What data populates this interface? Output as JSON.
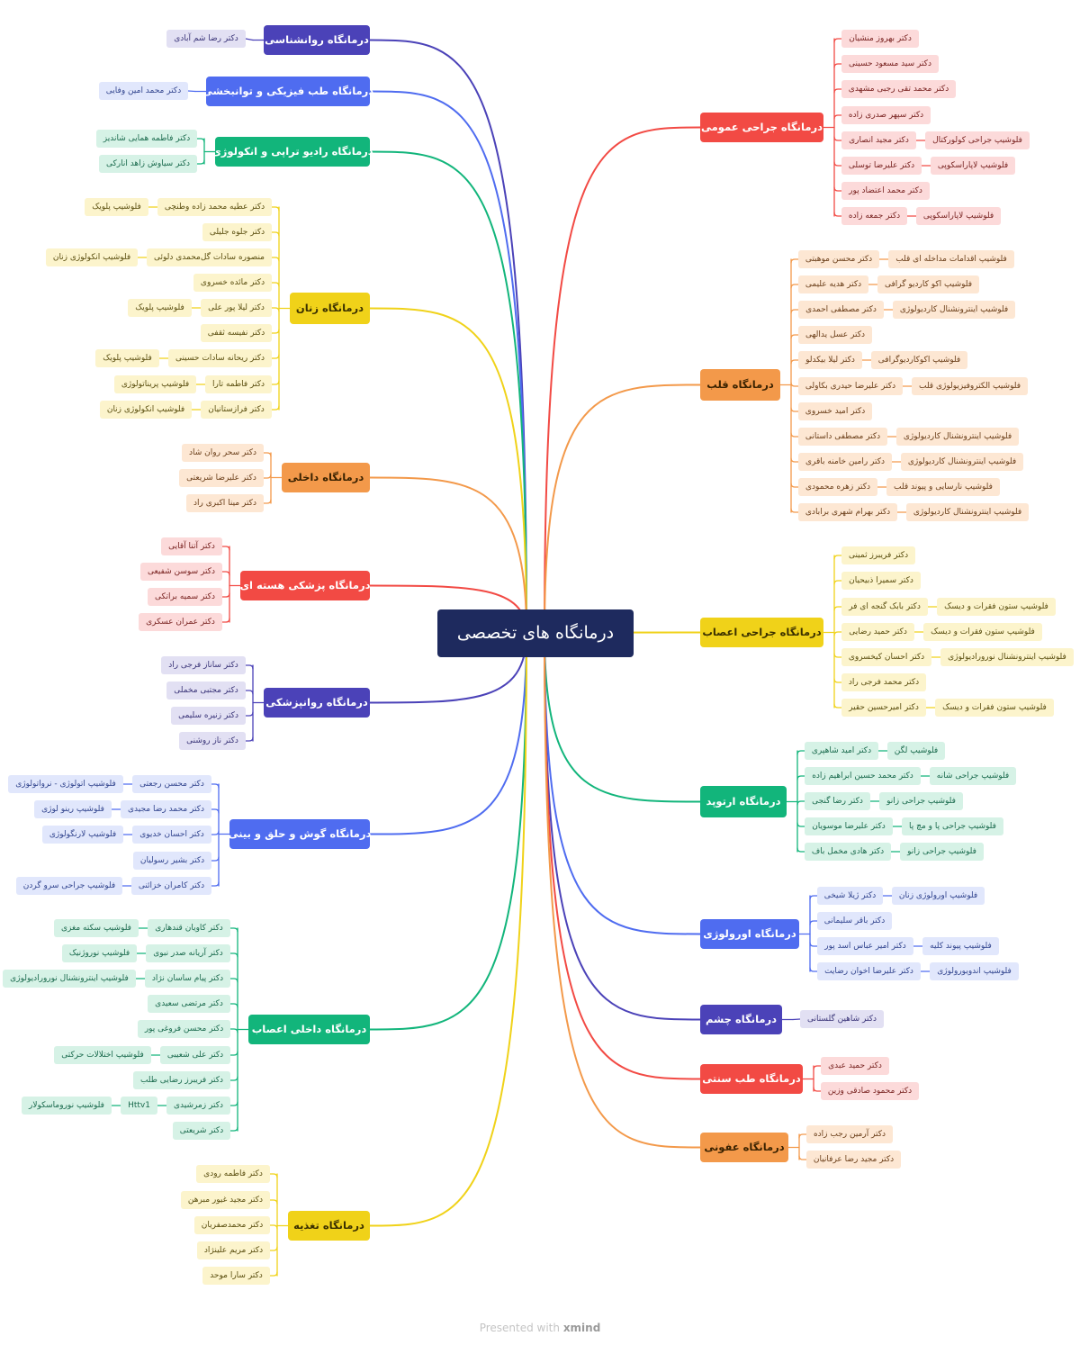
{
  "root": "درمانگاه های تخصصی",
  "footer": {
    "prefix": "Presented with",
    "brand": "xmind"
  },
  "colors": {
    "indigo": "#4b42b8",
    "blue": "#4f6cf0",
    "green": "#12b57b",
    "yellow": "#f0d219",
    "orange": "#f3994a",
    "red": "#f24a44",
    "root": "#1e2a5e",
    "footer": "#c4c4c4"
  },
  "branches": [
    {
      "title": "درمانگاه روانشناسی",
      "color": "indigo",
      "children": [
        {
          "name": "دکتر رضا شم آبادی"
        }
      ]
    },
    {
      "title": "درمانگاه طب فیزیکی و توانبخشی",
      "color": "blue",
      "children": [
        {
          "name": "دکتر محمد امین وفایی"
        }
      ]
    },
    {
      "title": "درمانگاه رادیو تراپی و انکولوژی",
      "color": "green",
      "children": [
        {
          "name": "دکتر فاطمه همایی شاندیز"
        },
        {
          "name": "دکتر سیاوش زاهد انارکی"
        }
      ]
    },
    {
      "title": "درمانگاه زنان",
      "color": "yellow",
      "children": [
        {
          "name": "دکتر عطیه محمد زاده وطنچی",
          "fellowship": "فلوشیپ پلویک"
        },
        {
          "name": "دکتر جلوه جلیلی"
        },
        {
          "name": "منصوره سادات گل‌محمدی دلوئی",
          "fellowship": "فلوشیپ انکولوژی زنان"
        },
        {
          "name": "دکتر مائده خسروی"
        },
        {
          "name": "دکتر لیلا پور علی",
          "fellowship": "فلوشیپ پلویک"
        },
        {
          "name": "دکتر نفیسه ثقفی"
        },
        {
          "name": "دکتر ریحانه سادات حسینی",
          "fellowship": "فلوشیپ پلویک"
        },
        {
          "name": "دکتر فاطمه تارا",
          "fellowship": "فلوشیپ پریناتولوژی"
        },
        {
          "name": "دکتر فرازستانیان",
          "fellowship": "فلوشیپ انکولوژی زنان"
        }
      ]
    },
    {
      "title": "درمانگاه داخلی",
      "color": "orange",
      "children": [
        {
          "name": "دکتر سحر روان شاد"
        },
        {
          "name": "دکتر علیرضا شریعتی"
        },
        {
          "name": "دکتر مینا اکبری راد"
        }
      ]
    },
    {
      "title": "درمانگاه پزشکی هسته ای",
      "color": "red",
      "children": [
        {
          "name": "دکتر آتنا آقایی"
        },
        {
          "name": "دکتر سوسن شفیعی"
        },
        {
          "name": "دکتر سمیه براتکی"
        },
        {
          "name": "دکتر عمران عسکری"
        }
      ]
    },
    {
      "title": "درمانگاه روانپزشکی",
      "color": "indigo",
      "children": [
        {
          "name": "دکتر ساناز فرجی راد"
        },
        {
          "name": "دکتر مجتبی مخملی"
        },
        {
          "name": "دکتر زنیره سلیمی"
        },
        {
          "name": "دکتر ناز روشنی"
        }
      ]
    },
    {
      "title": "درمانگاه گوش و حلق و بینی",
      "color": "blue",
      "children": [
        {
          "name": "دکتر محسن رجعتی",
          "fellowship": "فلوشیپ اتولوژی - نرواتولوژی"
        },
        {
          "name": "دکتر محمد رضا مجیدی",
          "fellowship": "فلوشیپ رینو لوژی"
        },
        {
          "name": "دکتر احسان خدیوی",
          "fellowship": "فلوشیپ لارنگولوژی"
        },
        {
          "name": "دکتر بشیر رسولیان"
        },
        {
          "name": "دکتر کامران خزائنی",
          "fellowship": "فلوشیپ جراحی سرو گردن"
        }
      ]
    },
    {
      "title": "درمانگاه داخلی اعصاب",
      "color": "green",
      "children": [
        {
          "name": "دکتر کاویان قندهاری",
          "fellowship": "فلوشیپ سکته مغزی"
        },
        {
          "name": "دکتر آریانه صدر نبوی",
          "fellowship": "فلوشیپ نوروژنیک"
        },
        {
          "name": "دکتر پیام ساسان نژاد",
          "fellowship": "فلوشیپ اینترونشنال نورورادیولوژی"
        },
        {
          "name": "دکتر مرتضی سعیدی"
        },
        {
          "name": "دکتر محسن فروغی پور"
        },
        {
          "name": "دکتر علی شعیبی",
          "fellowship": "فلوشیپ اختلالات حرکتی"
        },
        {
          "name": "دکتر فریبرز رضایی طلب"
        },
        {
          "name": "دکتر زمرشیدی",
          "extra": "Httv1",
          "fellowship": "فلوشیپ نوروماسکولار"
        },
        {
          "name": "دکتر شریعتی"
        }
      ]
    },
    {
      "title": "درمانگاه تغذیه",
      "color": "yellow",
      "children": [
        {
          "name": "دکتر فاطمه رودی"
        },
        {
          "name": "دکتر مجید غیور مبرهن"
        },
        {
          "name": "دکتر محمدصفریان"
        },
        {
          "name": "دکتر مریم علینژاد"
        },
        {
          "name": "دکتر سارا موحد"
        }
      ]
    },
    {
      "title": "درمانگاه جراحی عمومی",
      "color": "red",
      "children": [
        {
          "name": "دکتر بهروز منشیان"
        },
        {
          "name": "دکتر سید مسعود حسینی"
        },
        {
          "name": "دکتر محمد تقی رجبی مشهدی"
        },
        {
          "name": "دکتر سپهر صدری زاده"
        },
        {
          "name": "دکتر مجید انصاری",
          "fellowship": "فلوشیپ جراحی کولورکتال"
        },
        {
          "name": "دکتر علیرضا توسلی",
          "fellowship": "فلوشیپ لاپاراسکوپی"
        },
        {
          "name": "دکتر محمد اعتضاد پور"
        },
        {
          "name": "دکتر جمعه زاده",
          "fellowship": "فلوشیپ لاپاراسکوپی"
        }
      ]
    },
    {
      "title": "درمانگاه قلب",
      "color": "orange",
      "children": [
        {
          "name": "دکتر محسن موهبتی",
          "fellowship": "فلوشیپ اقدامات مداخله ای قلب"
        },
        {
          "name": "دکتر هدیه علیمی",
          "fellowship": "فلوشیپ اکو کاردیو گرافی"
        },
        {
          "name": "دکتر مصطفی احمدی",
          "fellowship": "فلوشیپ اینترونشنال کاردیولوژی"
        },
        {
          "name": "دکتر عسل یدالهی"
        },
        {
          "name": "دکتر لیلا بیکدلو",
          "fellowship": "فلوشیپ اکوکاردیوگرافی"
        },
        {
          "name": "دکتر علیرضا حیدری بکاولی",
          "fellowship": "فلوشیپ الکتروفیزیولوژی قلب"
        },
        {
          "name": "دکتر امید خسروی"
        },
        {
          "name": "دکتر مصطفی داستانی",
          "fellowship": "فلوشیپ اینترونشنال کاردیولوژی"
        },
        {
          "name": "دکتر رامین خامنه باقری",
          "fellowship": "فلوشیپ اینترونشنال کاردیولوژی"
        },
        {
          "name": "دکتر زهره محمودی",
          "fellowship": "فلوشیپ نارسایی و پیوند قلب"
        },
        {
          "name": "دکتر بهرام شهری برابادی",
          "fellowship": "فلوشیپ اینترونشنال کاردیولوژی"
        }
      ]
    },
    {
      "title": "درمانگاه جراحی اعصاب",
      "color": "yellow",
      "children": [
        {
          "name": "دکتر فریبرز ثمینی"
        },
        {
          "name": "دکتر سمیرا ذبیحیان"
        },
        {
          "name": "دکتر بابک گنجه ای فر",
          "fellowship": "فلوشیپ ستون فقرات و دیسک"
        },
        {
          "name": "دکتر حمید رضایی",
          "fellowship": "فلوشیپ ستون فقرات و دیسک"
        },
        {
          "name": "دکتر احسان کیخسروی",
          "fellowship": "فلوشیپ اینترونشنال نورورادیولوژی"
        },
        {
          "name": "دکتر محمد فرجی راد"
        },
        {
          "name": "دکتر امیرحسین حقیر",
          "fellowship": "فلوشیپ ستون فقرات و دیسک"
        }
      ]
    },
    {
      "title": "درمانگاه ارتوپد",
      "color": "green",
      "children": [
        {
          "name": "دکتر امید شاهپری",
          "fellowship": "فلوشیپ لگن"
        },
        {
          "name": "دکتر محمد حسین ابراهیم زاده",
          "fellowship": "فلوشیپ جراحی شانه"
        },
        {
          "name": "دکتر رضا گنجی",
          "fellowship": "فلوشیپ جراحی زانو"
        },
        {
          "name": "دکتر علیرضا موسویان",
          "fellowship": "فلوشیپ جراحی پا و مچ پا"
        },
        {
          "name": "دکتر هادی مخمل باف",
          "fellowship": "فلوشیپ جراحی زانو"
        }
      ]
    },
    {
      "title": "درمانگاه اورولوژی",
      "color": "blue",
      "children": [
        {
          "name": "دکتر ژیلا شیخی",
          "fellowship": "فلوشیپ اورولوژی زنان"
        },
        {
          "name": "دکتر باقر سلیمانی"
        },
        {
          "name": "دکتر امیر عباس اسد پور",
          "fellowship": "فلوشیپ پیوند کلیه"
        },
        {
          "name": "دکتر علیرضا اخوان رضایت",
          "fellowship": "فلوشیپ اندویورولوژی"
        }
      ]
    },
    {
      "title": "درمانگاه چشم",
      "color": "indigo",
      "children": [
        {
          "name": "دکتر شاهین گلستانی"
        }
      ]
    },
    {
      "title": "درمانگاه طب سنتی",
      "color": "red",
      "children": [
        {
          "name": "دکتر حمید عبدی"
        },
        {
          "name": "دکتر محمود صادقی وزین"
        }
      ]
    },
    {
      "title": "درمانگاه عفونی",
      "color": "orange",
      "children": [
        {
          "name": "دکتر آرمین رجب زاده"
        },
        {
          "name": "دکتر مجید رضا عرفانیان"
        }
      ]
    }
  ]
}
